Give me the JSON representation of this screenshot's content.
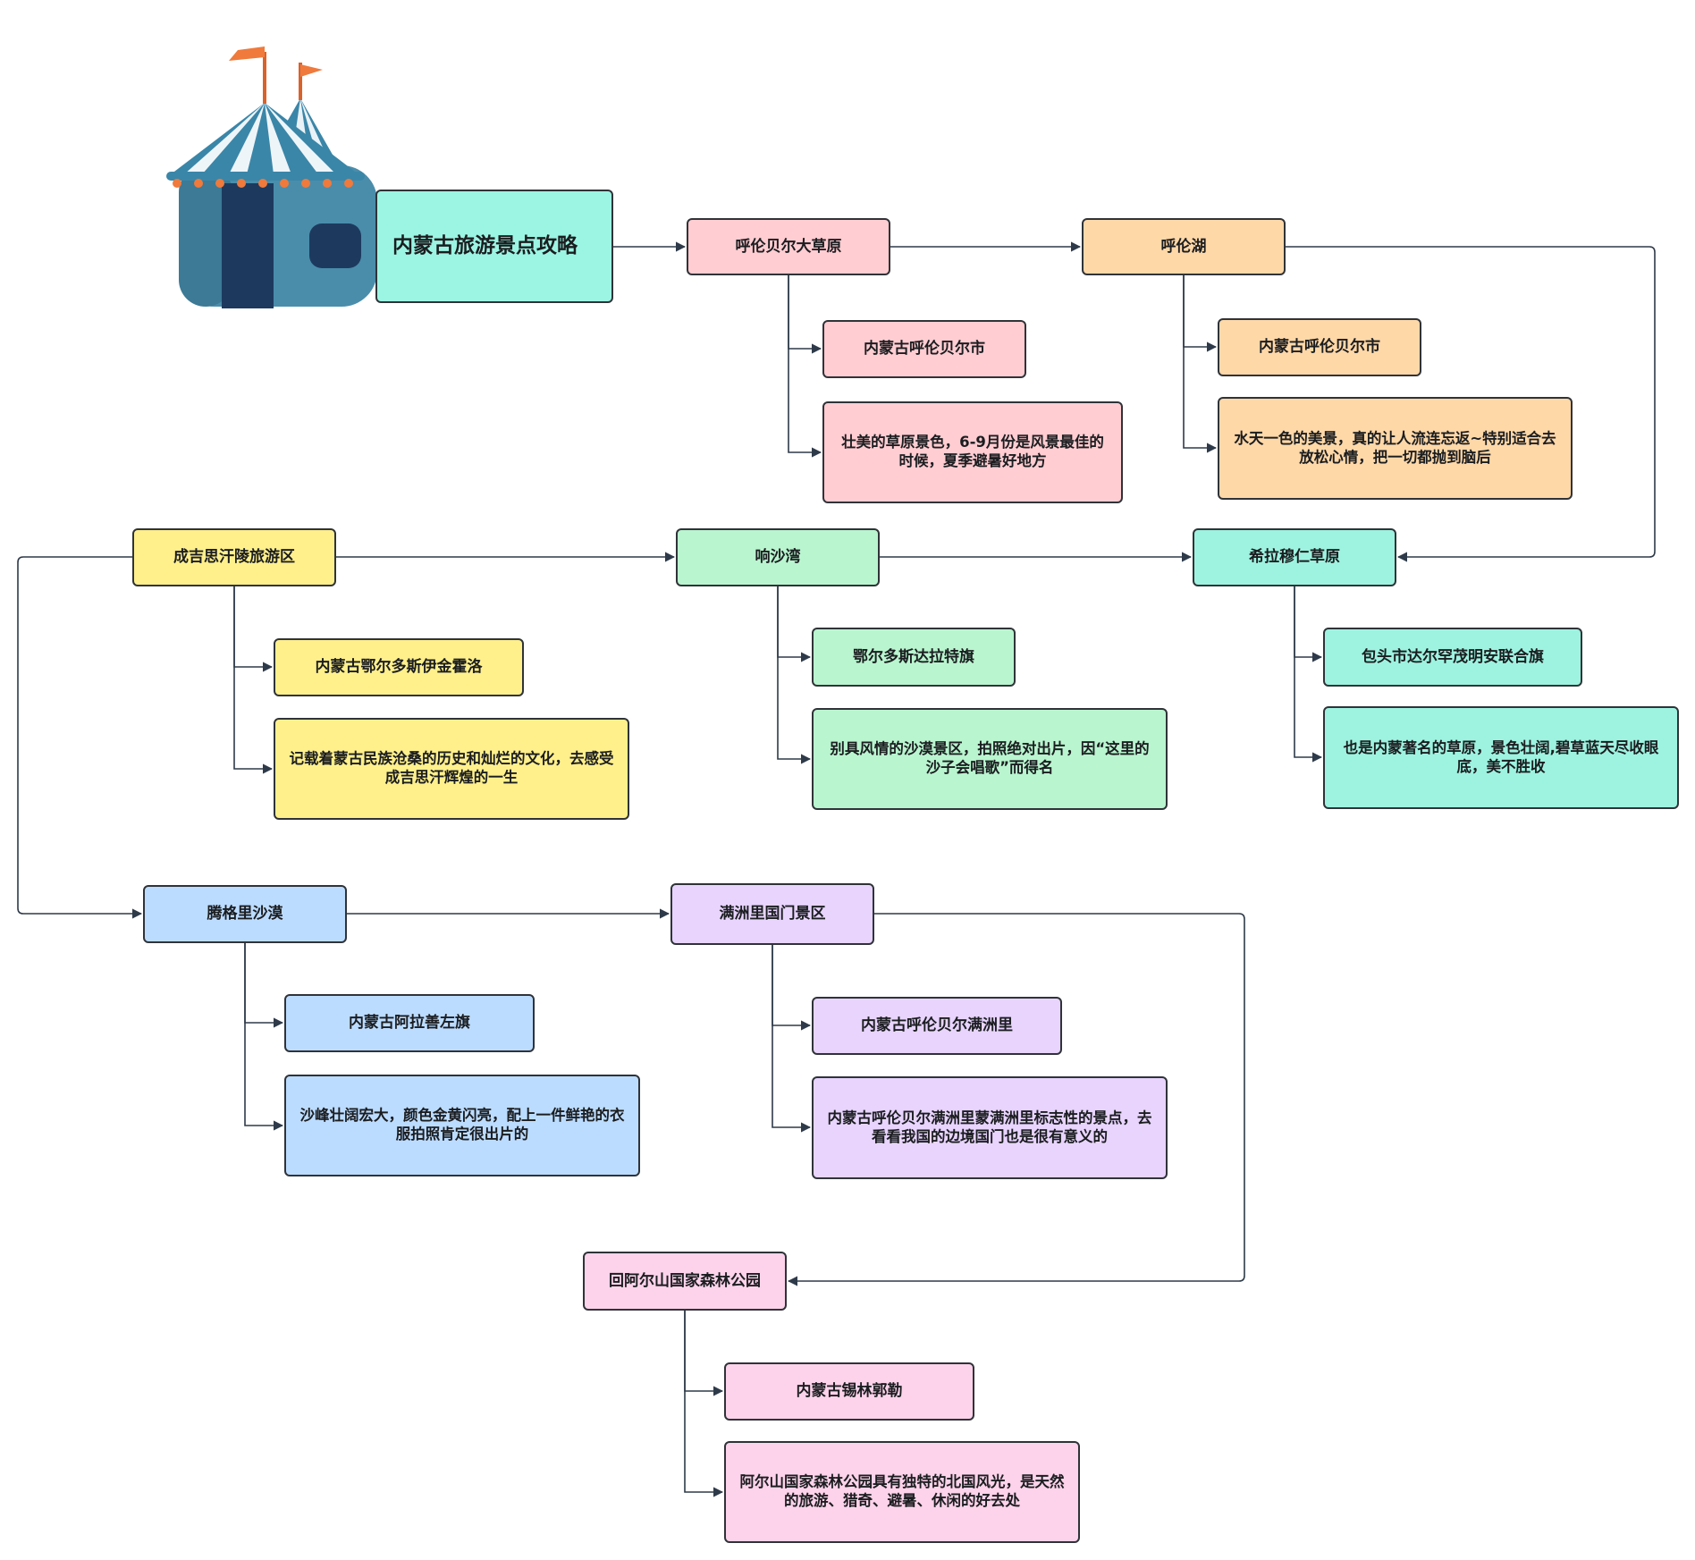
{
  "title": "内蒙古旅游景点攻略",
  "colors": {
    "pink": "#ffcdd2",
    "orange": "#ffd8a8",
    "yellow": "#fff08c",
    "green": "#b9f5cf",
    "teal": "#9ef3e0",
    "blue": "#bcdcff",
    "lilac": "#e8d4fd",
    "rose": "#fcd3ea",
    "aqua": "#9cf5e3",
    "line": "#2e3a49"
  },
  "icon": "circus-tent-icon",
  "spots": [
    {
      "name": "呼伦贝尔大草原",
      "location": "内蒙古呼伦贝尔市",
      "desc": "壮美的草原景色，6-9月份是风景最佳的时候，夏季避暑好地方"
    },
    {
      "name": "呼伦湖",
      "location": "内蒙古呼伦贝尔市",
      "desc": "水天一色的美景，真的让人流连忘返~特别适合去放松心情，把一切都抛到脑后"
    },
    {
      "name": "成吉思汗陵旅游区",
      "location": "内蒙古鄂尔多斯伊金霍洛",
      "desc": "记载着蒙古民族沧桑的历史和灿烂的文化，去感受成吉思汗辉煌的一生"
    },
    {
      "name": "响沙湾",
      "location": "鄂尔多斯达拉特旗",
      "desc": "别具风情的沙漠景区，拍照绝对出片，因“这里的沙子会唱歌”而得名"
    },
    {
      "name": "希拉穆仁草原",
      "location": "包头市达尔罕茂明安联合旗",
      "desc": "也是内蒙著名的草原，景色壮阔,碧草蓝天尽收眼底，美不胜收"
    },
    {
      "name": "腾格里沙漠",
      "location": "内蒙古阿拉善左旗",
      "desc": "沙峰壮阔宏大，颜色金黄闪亮，配上一件鲜艳的衣服拍照肯定很出片的"
    },
    {
      "name": "满洲里国门景区",
      "location": "内蒙古呼伦贝尔满洲里",
      "desc": "内蒙古呼伦贝尔满洲里蒙满洲里标志性的景点，去看看我国的边境国门也是很有意义的"
    },
    {
      "name": "回阿尔山国家森林公园",
      "location": "内蒙古锡林郭勒",
      "desc": "阿尔山国家森林公园具有独特的北国风光，是天然的旅游、猎奇、避暑、休闲的好去处"
    }
  ]
}
